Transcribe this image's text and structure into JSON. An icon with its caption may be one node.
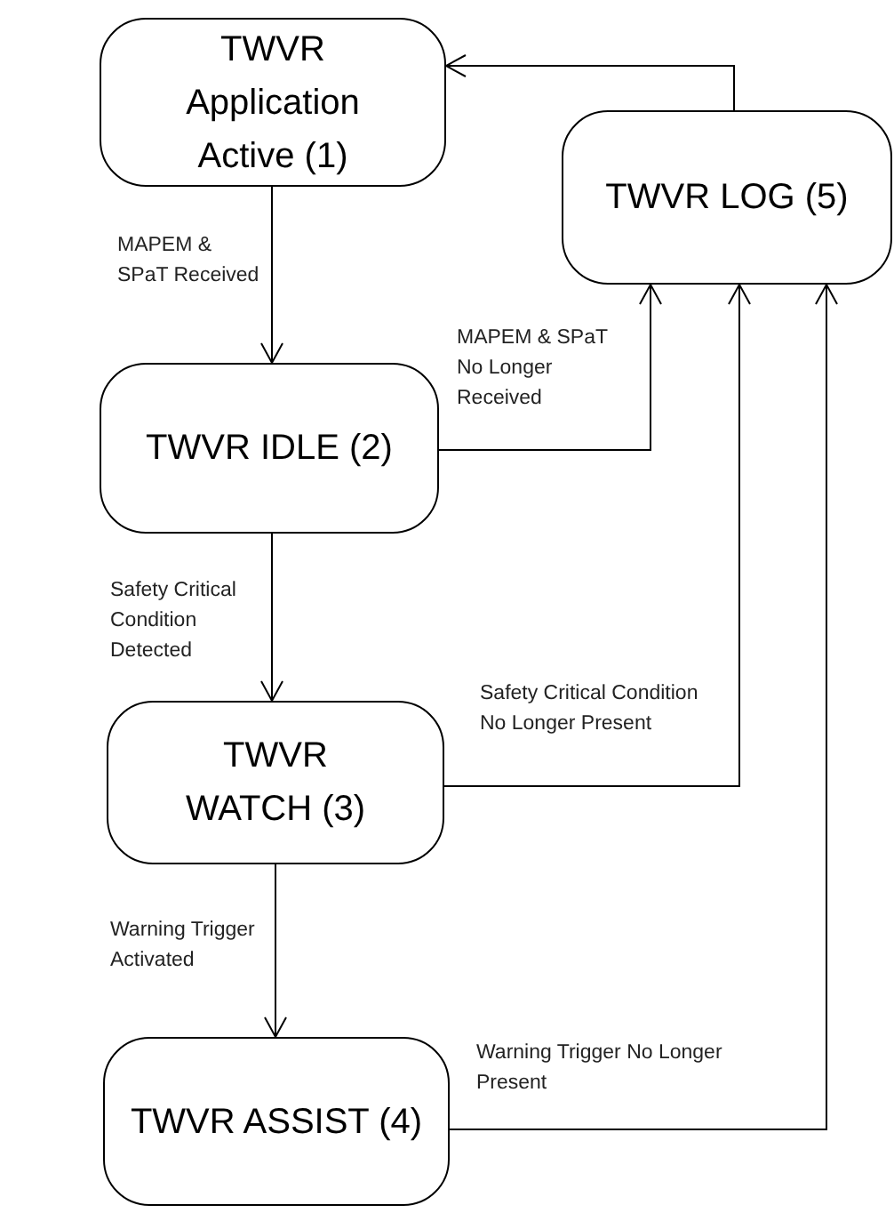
{
  "diagram": {
    "nodes": [
      {
        "text": [
          "TWVR Application Active (1)"
        ]
      },
      {
        "text": [
          "TWVR IDLE (2)"
        ]
      },
      {
        "text": [
          "TWVR WATCH (3)"
        ]
      },
      {
        "text": [
          "TWVR ASSIST (4)"
        ]
      },
      {
        "text": [
          "TWVR LOG (5)"
        ]
      }
    ],
    "edges": [
      {
        "from": 0,
        "to": 1,
        "arrow": "to",
        "label": "MAPEM & SPaT Received"
      },
      {
        "from": 1,
        "to": 4,
        "arrow": "to",
        "label": "MAPEM & SPaT No Longer Received"
      },
      {
        "from": 1,
        "to": 2,
        "arrow": "to",
        "label": "Safety Critical Condition Detected"
      },
      {
        "from": 2,
        "to": 4,
        "arrow": "to",
        "label": "Safety Critical Condition No Longer Present"
      },
      {
        "from": 2,
        "to": 3,
        "arrow": "to",
        "label": "Warning Trigger Activated"
      },
      {
        "from": 3,
        "to": 4,
        "arrow": "to",
        "label": "Warning Trigger No Longer Present"
      },
      {
        "from": 4,
        "to": 0,
        "arrow": "to"
      }
    ]
  }
}
